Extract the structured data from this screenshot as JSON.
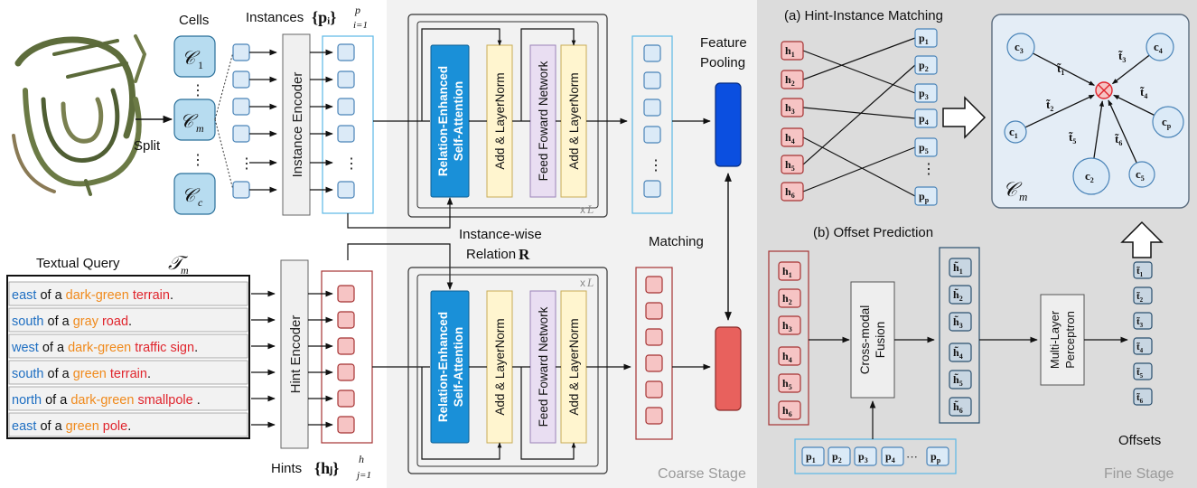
{
  "cells": {
    "heading": "Cells",
    "c1": "𝒞",
    "c1_sub": "1",
    "cm": "𝒞",
    "cm_sub": "m",
    "cc": "𝒞",
    "cc_sub": "c",
    "dots": "⋮",
    "split": "Split"
  },
  "instances": {
    "heading": "Instances",
    "formula": "{pᵢ}",
    "formula_sup": "p",
    "formula_sub": "i=1",
    "encoder": "Instance Encoder",
    "dots": "⋮"
  },
  "transformer": {
    "attention": "Relation-Enhanced",
    "attention2": "Self-Attention",
    "addnorm": "Add & LayerNorm",
    "ffn": "Feed Foward Network",
    "repeat": "x",
    "repeat_l": "L"
  },
  "pooling": {
    "title1": "Feature",
    "title2": "Pooling",
    "matching": "Matching",
    "relation1": "Instance-wise",
    "relation2": "Relation",
    "relation_symbol": "R"
  },
  "query": {
    "heading": "Textual Query",
    "symbol": "𝒯",
    "symbol_sub": "m",
    "encoder": "Hint Encoder",
    "hints_label": "Hints",
    "hints_formula": "{hⱼ}",
    "hints_sup": "h",
    "hints_sub": "j=1",
    "rows": [
      [
        {
          "text": "east",
          "color": "#1f6fc2"
        },
        {
          "text": " of a ",
          "color": "#111111"
        },
        {
          "text": "dark-green",
          "color": "#f08a1c"
        },
        {
          "text": " terrain",
          "color": "#e0252d"
        },
        {
          "text": ".",
          "color": "#111111"
        }
      ],
      [
        {
          "text": "south",
          "color": "#1f6fc2"
        },
        {
          "text": " of a ",
          "color": "#111111"
        },
        {
          "text": "gray",
          "color": "#f08a1c"
        },
        {
          "text": " road",
          "color": "#e0252d"
        },
        {
          "text": ".",
          "color": "#111111"
        }
      ],
      [
        {
          "text": "west",
          "color": "#1f6fc2"
        },
        {
          "text": " of a ",
          "color": "#111111"
        },
        {
          "text": "dark-green",
          "color": "#f08a1c"
        },
        {
          "text": " traffic sign",
          "color": "#e0252d"
        },
        {
          "text": ".",
          "color": "#111111"
        }
      ],
      [
        {
          "text": "south",
          "color": "#1f6fc2"
        },
        {
          "text": " of a ",
          "color": "#111111"
        },
        {
          "text": "green",
          "color": "#f08a1c"
        },
        {
          "text": " terrain",
          "color": "#e0252d"
        },
        {
          "text": ".",
          "color": "#111111"
        }
      ],
      [
        {
          "text": "north",
          "color": "#1f6fc2"
        },
        {
          "text": " of a ",
          "color": "#111111"
        },
        {
          "text": "dark-green",
          "color": "#f08a1c"
        },
        {
          "text": " smallpole",
          "color": "#e0252d"
        },
        {
          "text": " .",
          "color": "#111111"
        }
      ],
      [
        {
          "text": "east",
          "color": "#1f6fc2"
        },
        {
          "text": " of a ",
          "color": "#111111"
        },
        {
          "text": "green",
          "color": "#f08a1c"
        },
        {
          "text": " pole",
          "color": "#e0252d"
        },
        {
          "text": ".",
          "color": "#111111"
        }
      ]
    ]
  },
  "stages": {
    "coarse": "Coarse Stage",
    "fine": "Fine Stage"
  },
  "matching_panel": {
    "title": "(a) Hint-Instance Matching",
    "hints": [
      "h",
      "h",
      "h",
      "h",
      "h",
      "h"
    ],
    "hint_subs": [
      "1",
      "2",
      "3",
      "4",
      "5",
      "6"
    ],
    "instances": [
      "p",
      "p",
      "p",
      "p",
      "p",
      "p"
    ],
    "instance_subs": [
      "1",
      "2",
      "3",
      "4",
      "5",
      "p"
    ],
    "dots": "⋮"
  },
  "cell_panel": {
    "label": "𝒞",
    "label_sub": "m",
    "nodes": [
      {
        "name": "c",
        "sub": "3"
      },
      {
        "name": "c",
        "sub": "4"
      },
      {
        "name": "c",
        "sub": "1"
      },
      {
        "name": "c",
        "sub": "p"
      },
      {
        "name": "c",
        "sub": "2"
      },
      {
        "name": "c",
        "sub": "5"
      }
    ],
    "edges": [
      {
        "name": "t̃",
        "sub": "1"
      },
      {
        "name": "t̃",
        "sub": "3"
      },
      {
        "name": "t̃",
        "sub": "2"
      },
      {
        "name": "t̃",
        "sub": "4"
      },
      {
        "name": "t̃",
        "sub": "5"
      },
      {
        "name": "t̃",
        "sub": "6"
      }
    ]
  },
  "offset_panel": {
    "title": "(b) Offset Prediction",
    "fusion1": "Cross-modal",
    "fusion2": "Fusion",
    "mlp1": "Multi-Layer",
    "mlp2": "Perceptron",
    "offsets": "Offsets",
    "hints": [
      "h",
      "h",
      "h",
      "h",
      "h",
      "h"
    ],
    "hint_subs": [
      "1",
      "2",
      "3",
      "4",
      "5",
      "6"
    ],
    "fused": [
      "h̃",
      "h̃",
      "h̃",
      "h̃",
      "h̃",
      "h̃"
    ],
    "fused_subs": [
      "1",
      "2",
      "3",
      "4",
      "5",
      "6"
    ],
    "outs": [
      "t̃",
      "t̃",
      "t̃",
      "t̃",
      "t̃",
      "t̃"
    ],
    "out_subs": [
      "1",
      "2",
      "3",
      "4",
      "5",
      "6"
    ],
    "instances": [
      "p",
      "p",
      "p",
      "p",
      "p"
    ],
    "instance_subs": [
      "1",
      "2",
      "3",
      "4",
      "p"
    ],
    "ellipsis": "···"
  },
  "colors": {
    "blue_cell": "#b7dcf0",
    "blue_block": "#1a90d8",
    "yellow": "#fff5cf",
    "purple": "#e9def2",
    "pink": "#f6c4c4",
    "red_border": "#a53232",
    "pool_blue": "#0b4fe0",
    "pool_red": "#e8615d",
    "fine_bg": "#dcdcdc",
    "coarse_bg": "#f2f2f2"
  }
}
